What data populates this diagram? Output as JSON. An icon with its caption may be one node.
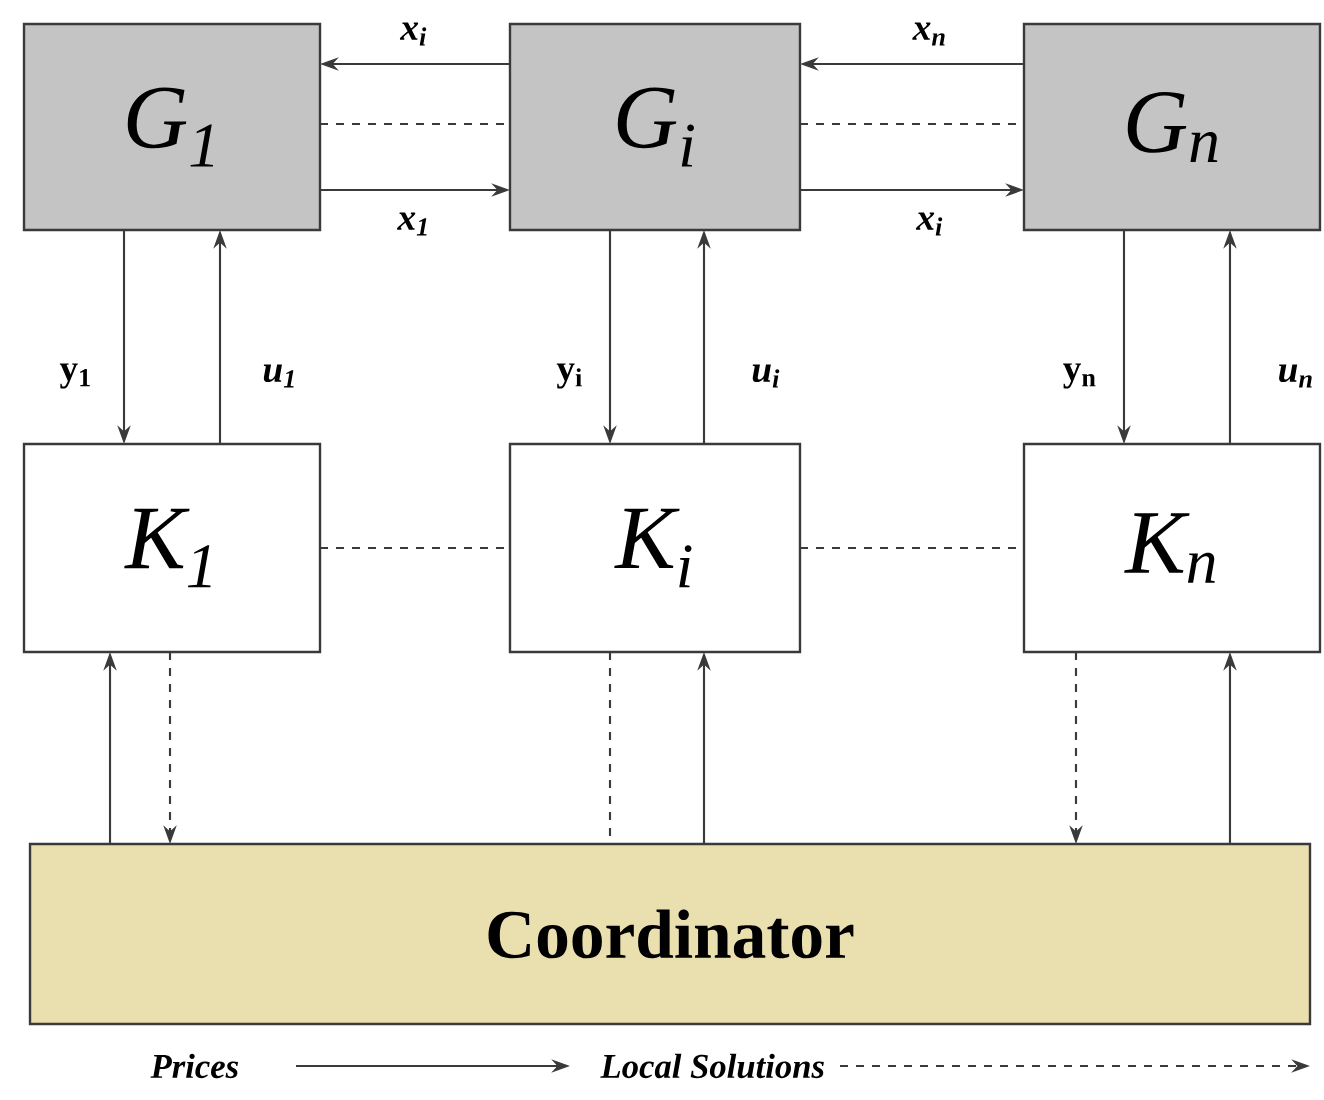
{
  "diagram": {
    "nodes": [
      {
        "text": [
          "G$_{1}$"
        ]
      },
      {
        "text": [
          "G$_{i}$"
        ]
      },
      {
        "text": [
          "G$_{n}$"
        ]
      },
      {
        "text": [
          "K$_{1}$"
        ]
      },
      {
        "text": [
          "K$_{i}$"
        ]
      },
      {
        "text": [
          "K$_{n}$"
        ]
      },
      {
        "text": [
          "Coordinator"
        ]
      }
    ],
    "edges": [
      {
        "from": 1,
        "to": 0,
        "arrow": "to",
        "label": "x$_{i}$"
      },
      {
        "from": 0,
        "to": 1,
        "arrow": "none",
        "style": "dashed"
      },
      {
        "from": 0,
        "to": 1,
        "arrow": "to",
        "label": "x$_{1}$"
      },
      {
        "from": 2,
        "to": 1,
        "arrow": "to",
        "label": "x$_{n}$"
      },
      {
        "from": 1,
        "to": 2,
        "arrow": "none",
        "style": "dashed"
      },
      {
        "from": 1,
        "to": 2,
        "arrow": "to",
        "label": "x$_{i}$"
      },
      {
        "from": 0,
        "to": 3,
        "arrow": "to",
        "label": "y$_{1}$"
      },
      {
        "from": 3,
        "to": 0,
        "arrow": "to",
        "label": "u$_{1}$"
      },
      {
        "from": 1,
        "to": 4,
        "arrow": "to",
        "label": "y$_{i}$"
      },
      {
        "from": 4,
        "to": 1,
        "arrow": "to",
        "label": "u$_{i}$"
      },
      {
        "from": 2,
        "to": 5,
        "arrow": "to",
        "label": "y$_{n}$"
      },
      {
        "from": 5,
        "to": 2,
        "arrow": "to",
        "label": "u$_{n}$"
      },
      {
        "from": 3,
        "to": 4,
        "arrow": "none",
        "style": "dashed"
      },
      {
        "from": 4,
        "to": 5,
        "arrow": "none",
        "style": "dashed"
      },
      {
        "from": 6,
        "to": 3,
        "arrow": "to"
      },
      {
        "from": 3,
        "to": 6,
        "arrow": "to",
        "style": "dashed"
      },
      {
        "from": 4,
        "to": 6,
        "arrow": "none",
        "style": "dashed"
      },
      {
        "from": 6,
        "to": 4,
        "arrow": "to"
      },
      {
        "from": 5,
        "to": 6,
        "arrow": "to",
        "style": "dashed"
      },
      {
        "from": 6,
        "to": 5,
        "arrow": "to"
      }
    ],
    "legend": [
      {
        "text": "Prices"
      },
      {
        "text": "Local Solutions"
      }
    ]
  }
}
